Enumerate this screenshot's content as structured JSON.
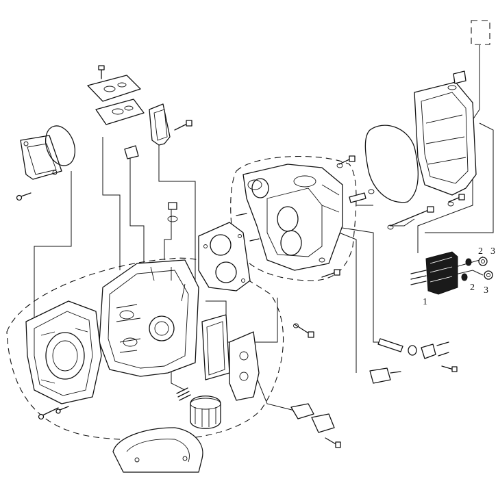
{
  "diagram": {
    "callouts": [
      {
        "id": "part-1",
        "label": "1"
      },
      {
        "id": "part-2-upper",
        "label": "2"
      },
      {
        "id": "part-3-upper",
        "label": "3"
      },
      {
        "id": "part-2-lower",
        "label": "2"
      },
      {
        "id": "part-3-lower",
        "label": "3"
      }
    ],
    "ink_color": "#111111",
    "background_color": "#ffffff"
  }
}
